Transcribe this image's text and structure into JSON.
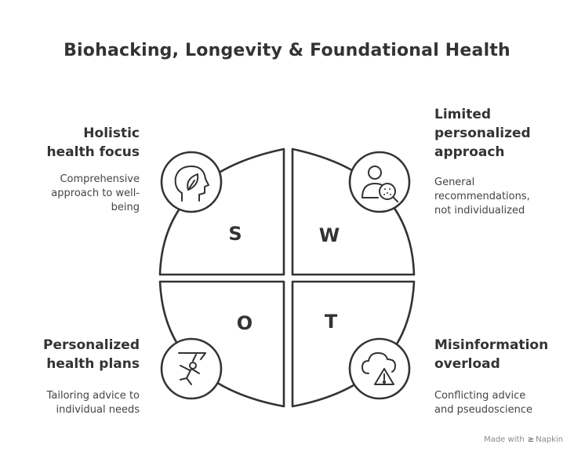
{
  "title": "Biohacking, Longevity & Foundational Health",
  "quadrants": [
    {
      "letter": "S",
      "heading_lines": [
        "Holistic",
        "health focus"
      ],
      "description_lines": [
        "Comprehensive",
        "approach to well-",
        "being"
      ],
      "icon": "head-leaf-icon"
    },
    {
      "letter": "W",
      "heading_lines": [
        "Limited",
        "personalized",
        "approach"
      ],
      "description_lines": [
        "General",
        "recommendations,",
        "not individualized"
      ],
      "icon": "person-magnifier-icon"
    },
    {
      "letter": "O",
      "heading_lines": [
        "Personalized",
        "health plans"
      ],
      "description_lines": [
        "Tailoring advice to",
        "individual needs"
      ],
      "icon": "climber-lightning-icon"
    },
    {
      "letter": "T",
      "heading_lines": [
        "Misinformation",
        "overload"
      ],
      "description_lines": [
        "Conflicting advice",
        "and pseudoscience"
      ],
      "icon": "cloud-warning-icon"
    }
  ],
  "footer": {
    "prefix": "Made with",
    "brand": "Napkin"
  },
  "colors": {
    "stroke": "#333333",
    "text": "#2b2b2b",
    "muted": "#888888"
  }
}
